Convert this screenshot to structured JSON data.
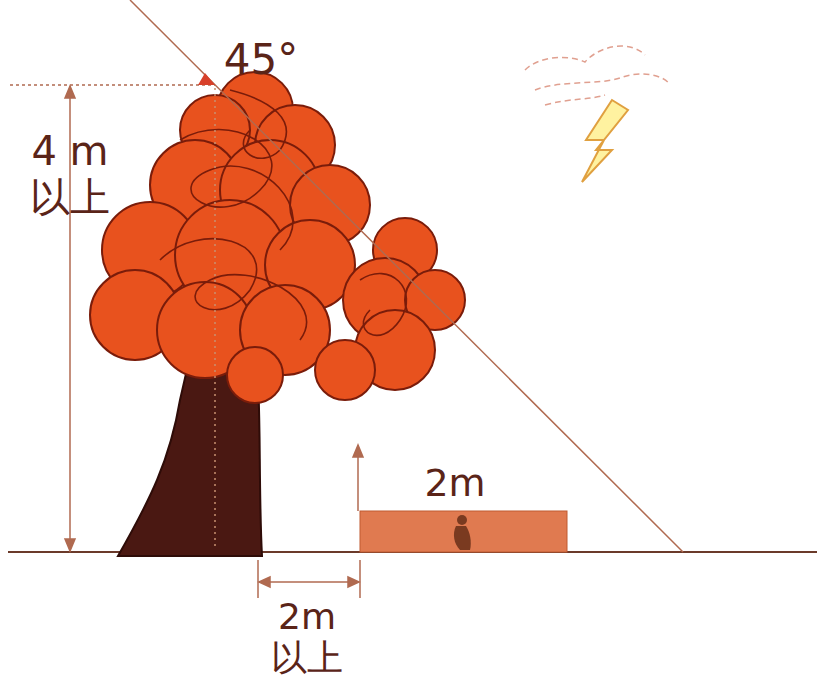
{
  "diagram": {
    "labels": [
      "45°",
      "4 m 以上",
      "2m",
      "2m 以上"
    ]
  }
}
